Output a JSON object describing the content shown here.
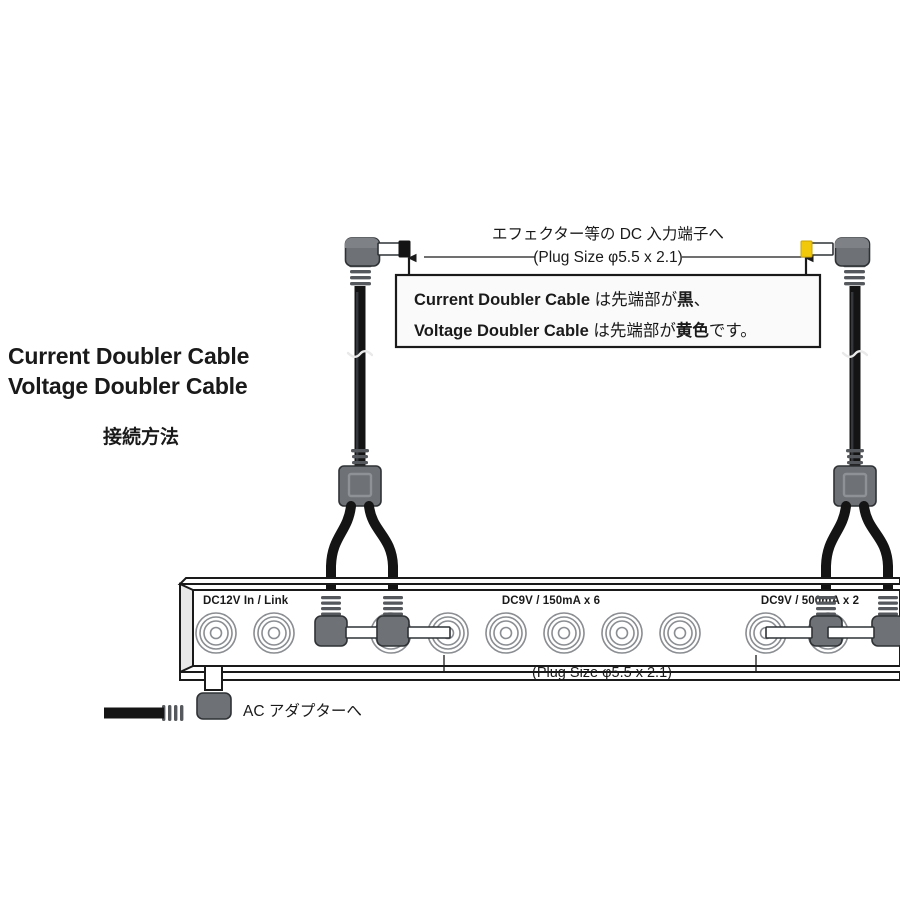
{
  "diagram": {
    "title_lines": [
      "Current Doubler Cable",
      "Voltage Doubler Cable"
    ],
    "subtitle": "接続方法",
    "top_leader": {
      "line1": "エフェクター等の DC 入力端子へ",
      "line2": "(Plug Size  φ5.5 x 2.1)"
    },
    "callout": {
      "line1_bold": "Current Doubler Cable",
      "line1_rest": " は先端部が",
      "line1_emphasis": "黒",
      "line1_tail": "、",
      "line2_bold": "Voltage Doubler Cable",
      "line2_rest": " は先端部が",
      "line2_emphasis": "黄色",
      "line2_tail": "です。"
    },
    "unit": {
      "label_left": "DC12V In / Link",
      "label_center": "DC9V / 150mA x 6",
      "label_right": "DC9V / 500mA x 2",
      "plug_size_bottom": "(Plug Size  φ5.5 x 2.1)"
    },
    "ac_label": "AC アダプターへ",
    "colors": {
      "plug_tip_black": "#141414",
      "plug_tip_yellow": "#f2c80a",
      "plug_body_gray": "#6e7175",
      "plug_body_dark": "#55585c",
      "cable_black": "#141414",
      "unit_face": "#ffffff",
      "unit_outline": "#1a1a1a",
      "jack_ring": "#8a8d91",
      "text": "#1a1a1a"
    }
  }
}
